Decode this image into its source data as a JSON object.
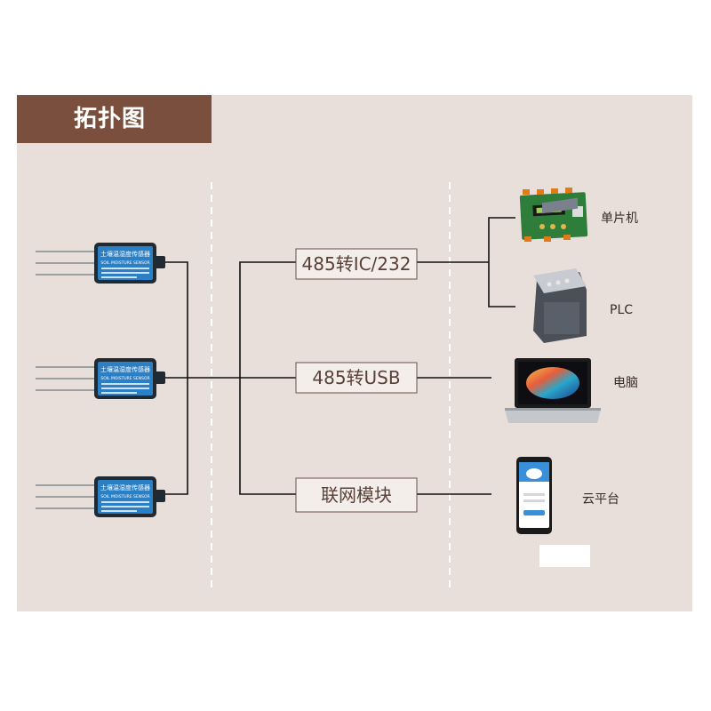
{
  "title": "拓扑图",
  "sensors": [
    {
      "label": "土壤温湿度传感器",
      "sub": "SOIL MOISTURE SENSOR"
    },
    {
      "label": "土壤温湿度传感器",
      "sub": "SOIL MOISTURE SENSOR"
    },
    {
      "label": "土壤温湿度传感器",
      "sub": "SOIL MOISTURE SENSOR"
    }
  ],
  "converters": [
    "485转IC/232",
    "485转USB",
    "联网模块"
  ],
  "devices": [
    "单片机",
    "PLC",
    "电脑",
    "云平台"
  ],
  "colors": {
    "panel": "#e8deda",
    "title_bg": "#7a4f3d",
    "sensor_body": "#1f2a33",
    "sensor_screen": "#2b7fc4"
  }
}
